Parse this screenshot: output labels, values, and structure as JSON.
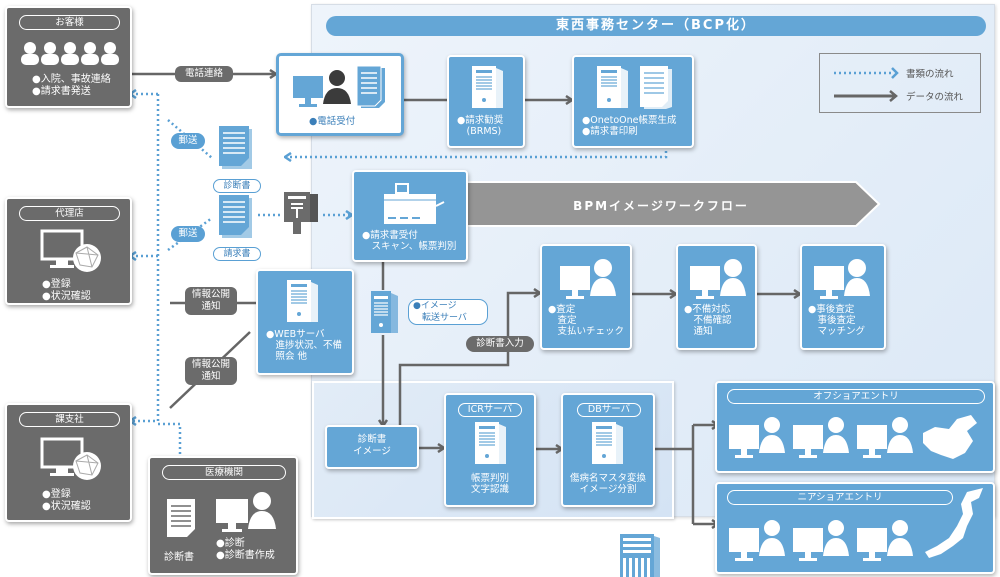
{
  "center": {
    "title": "東西事務センター（BCP化）",
    "bpm_banner": "BPMイメージワークフロー"
  },
  "legend": {
    "document_flow": "書類の流れ",
    "data_flow": "データの流れ"
  },
  "left": {
    "customer": {
      "title": "お客様",
      "lines": [
        "●入院、事故連絡",
        "●請求書発送"
      ]
    },
    "agency": {
      "title": "代理店",
      "lines": [
        "●登録",
        "●状況確認"
      ]
    },
    "branch": {
      "title": "課支社",
      "lines": [
        "●登録",
        "●状況確認"
      ]
    },
    "medical": {
      "title": "医療機関",
      "doc_label": "診断書",
      "lines": [
        "●診断",
        "●診断書作成"
      ]
    }
  },
  "edge_labels": {
    "phone": "電話連絡",
    "mail1": "郵送",
    "mail2": "郵送",
    "diagnosis_doc": "診断書",
    "claim_doc": "請求書",
    "info_notice_1": "情報公開\n通知",
    "info_notice_2": "情報公開\n通知",
    "diagnosis_input": "診断書入力"
  },
  "nodes": {
    "phone_reception": "●電話受付",
    "claim_recommend": "●請求勧奨\n　(BRMS)",
    "one_to_one": "●OnetoOne帳票生成\n●請求書印刷",
    "claim_scan": "●請求書受付\n　スキャン、帳票判別",
    "web_server": "●WEBサーバ\n　進捗状況、不備\n　照会 他",
    "image_transfer": "●イメージ\n　転送サーバ",
    "assessment": "●査定\n　査定\n　支払いチェック",
    "deficiency": "●不備対応\n　不備確認\n　通知",
    "post_assessment": "●事後査定\n　事後査定\n　マッチング",
    "diagnosis_image": "診断書\nイメージ",
    "icr_title": "ICRサーバ",
    "icr_body": "帳票判別\n文字認識",
    "db_title": "DBサーバ",
    "db_body": "傷病名マスタ変換\nイメージ分割"
  },
  "entry": {
    "offshore": "オフショアエントリ",
    "nearshore": "ニアショアエントリ"
  },
  "colors": {
    "blue": "#64a6d6",
    "gray": "#6b6b6b",
    "arrow_gray": "#666666",
    "dotted_blue": "#5aa0d4",
    "banner_gray": "#959595"
  }
}
